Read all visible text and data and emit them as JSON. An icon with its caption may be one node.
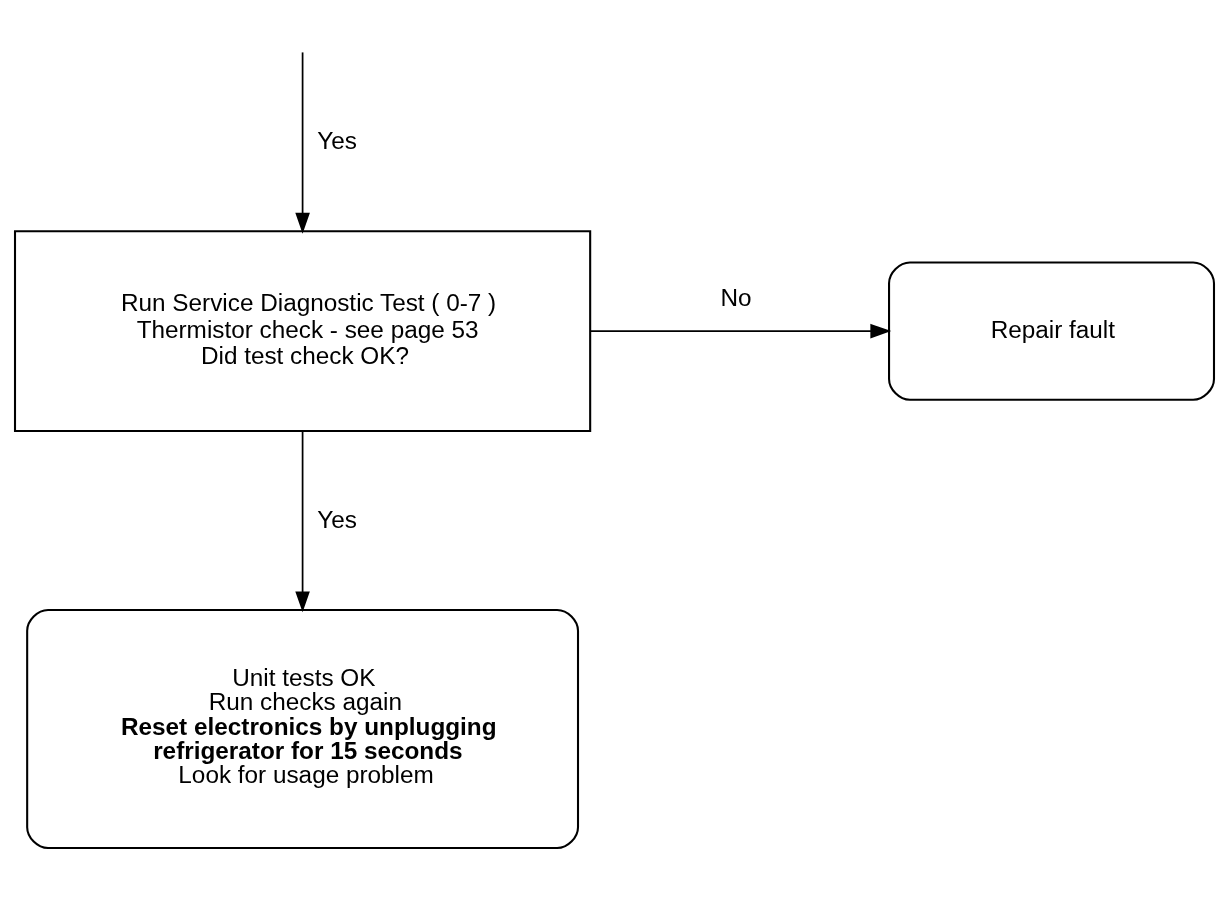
{
  "diagram": {
    "nodes": [
      {
        "text": [
          "Run Service Diagnostic Test ( 0-7 )",
          "Thermistor check - see page 53",
          "Did test check OK?"
        ]
      },
      {
        "text": [
          "Repair fault"
        ]
      },
      {
        "text": [
          "Unit tests OK",
          "Run checks again",
          "**Reset electronics by unplugging refrigerator for 15 seconds**",
          "Look for usage problem"
        ]
      }
    ],
    "edges": [
      {
        "from": null,
        "to": 0,
        "arrow": "to",
        "label": "Yes"
      },
      {
        "from": 0,
        "to": 1,
        "arrow": "to",
        "label": "No"
      },
      {
        "from": 0,
        "to": 2,
        "arrow": "to",
        "label": "Yes"
      }
    ]
  }
}
